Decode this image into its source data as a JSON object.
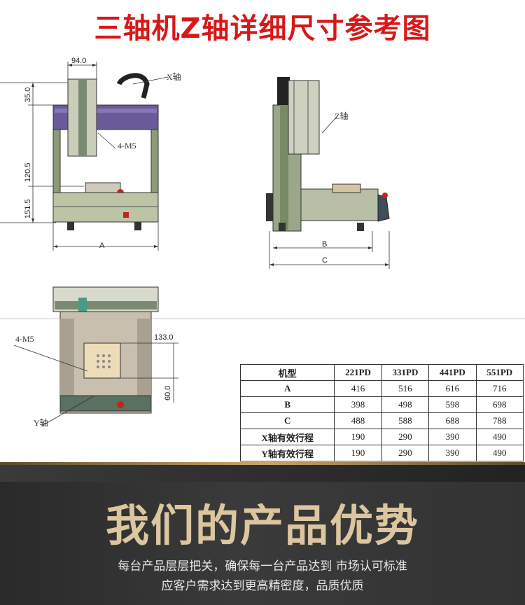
{
  "title": "三轴机Z轴详细尺寸参考图",
  "front_view": {
    "dims": {
      "width_top": "94.0",
      "h1": "35.0",
      "h2": "120.5",
      "h3": "151.5",
      "bottom": "A"
    },
    "labels": {
      "x_axis": "X轴",
      "thread": "4-M5"
    }
  },
  "side_view": {
    "labels": {
      "z_axis": "Z轴"
    },
    "dims": {
      "b": "B",
      "c": "C"
    }
  },
  "top_view": {
    "labels": {
      "thread": "4-M5",
      "y_axis": "Y轴"
    },
    "dims": {
      "right": "133.0",
      "down": "60.0"
    }
  },
  "spec_table": {
    "headers": [
      "机型",
      "221PD",
      "331PD",
      "441PD",
      "551PD"
    ],
    "rows": [
      {
        "label": "A",
        "values": [
          "416",
          "516",
          "616",
          "716"
        ]
      },
      {
        "label": "B",
        "values": [
          "398",
          "498",
          "598",
          "698"
        ]
      },
      {
        "label": "C",
        "values": [
          "488",
          "588",
          "688",
          "788"
        ]
      },
      {
        "label": "X轴有效行程",
        "values": [
          "190",
          "290",
          "390",
          "490"
        ]
      },
      {
        "label": "Y轴有效行程",
        "values": [
          "190",
          "290",
          "390",
          "490"
        ]
      }
    ]
  },
  "banner": {
    "headline": "我们的产品优势",
    "line1": "每台产品层层把关，确保每一台产品达到 市场认可标准",
    "line2": "应客户需求达到更高精密度，品质优质"
  }
}
